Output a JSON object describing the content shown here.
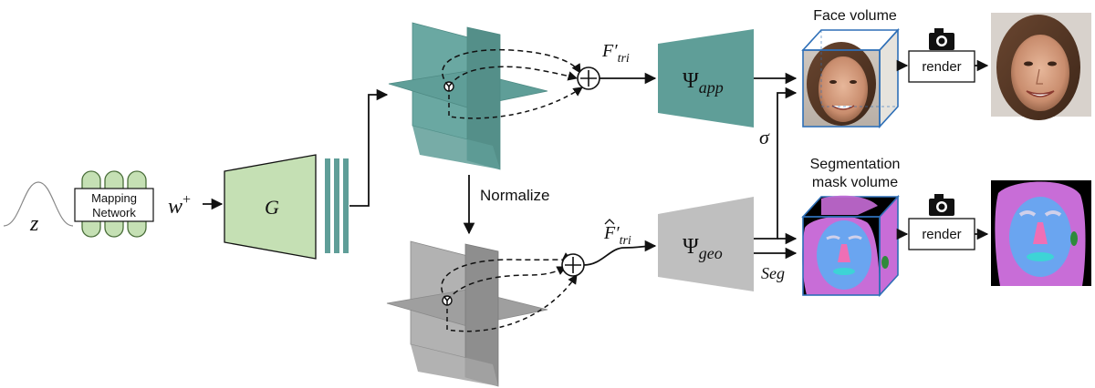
{
  "latent": {
    "symbol": "z"
  },
  "mapping": {
    "line1": "Mapping",
    "line2": "Network"
  },
  "wplus": {
    "base": "w",
    "sup": "+"
  },
  "generator": {
    "symbol": "G"
  },
  "normalize": {
    "label": "Normalize"
  },
  "ftri": {
    "base": "F",
    "prime": "′",
    "sub": "tri"
  },
  "ftri_hat": {
    "base": "F",
    "prime": "′",
    "sub": "tri"
  },
  "psi_app": {
    "symbol": "Ψ",
    "sub": "app"
  },
  "psi_geo": {
    "symbol": "Ψ",
    "sub": "geo"
  },
  "sigma": {
    "symbol": "σ"
  },
  "seg": {
    "label": "Seg"
  },
  "face_volume": {
    "title": "Face volume",
    "render": "render"
  },
  "seg_volume": {
    "title_line1": "Segmentation",
    "title_line2": "mask volume",
    "render": "render"
  },
  "colors": {
    "mapping_green": "#c5e0b4",
    "generator_green": "#c5e0b4",
    "teal": "#5f9e98",
    "teal_dark": "#4e8a84",
    "gray_plane": "#9a9a9a",
    "psi_gray": "#bfbfbf",
    "cube_edge": "#2e6fb7",
    "seg_pink": "#c86dd7",
    "seg_blue": "#6aa5f0",
    "seg_face_pink": "#ef6fb5",
    "seg_eyes": "#d0d0ea",
    "seg_mouth": "#3dd4d6",
    "seg_ear_green": "#2f8a3b"
  },
  "icons": [
    "camera-icon",
    "camera-icon"
  ]
}
